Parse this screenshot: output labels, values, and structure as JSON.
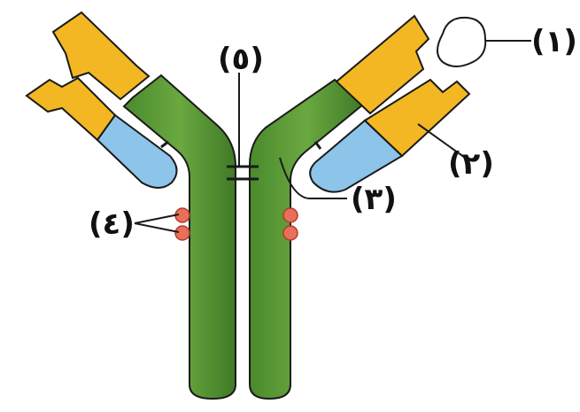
{
  "labels": {
    "l1": "(١)",
    "l2": "(٢)",
    "l3": "(٣)",
    "l4": "(٤)",
    "l5": "(٥)"
  },
  "colors": {
    "heavy_chain": "#5c9a38",
    "light_constant": "#f2b722",
    "light_variable": "#8cc4ea",
    "carbohydrate": "#e8705a",
    "outline": "#1a1a1a"
  }
}
